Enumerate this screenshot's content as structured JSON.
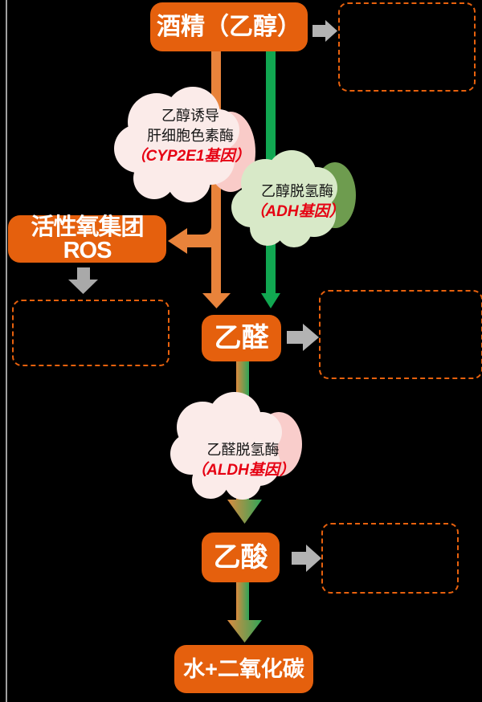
{
  "nodes": {
    "ethanol": "酒精（乙醇）",
    "ros": "活性氧集团ROS",
    "acetaldehyde": "乙醛",
    "acetic_acid": "乙酸",
    "water_co2": "水+二氧化碳"
  },
  "enzymes": {
    "cyp2e1": {
      "line1": "乙醇诱导",
      "line2": "肝细胞色素酶",
      "gene": "（CYP2E1基因）"
    },
    "adh": {
      "name": "乙醇脱氢酶",
      "gene": "（ADH基因）"
    },
    "aldh": {
      "name": "乙醛脱氢酶",
      "gene": "（ALDH基因）"
    }
  },
  "colors": {
    "background": "#000000",
    "node_fill": "#e5600d",
    "node_text": "#ffffff",
    "dashed_border": "#e8610d",
    "orange_arrow": "#e8833b",
    "green_arrow": "#11a751",
    "gradient_start": "#dd8b40",
    "gradient_end": "#2fa558",
    "gray_arrow": "#b3b3b3",
    "cloud_pink_light": "#fbebe9",
    "cloud_pink_dark": "#f9cbc8",
    "cloud_green_light": "#d8e9c8",
    "cloud_green_dark": "#6e9c4f",
    "gene_text": "#e60012"
  }
}
